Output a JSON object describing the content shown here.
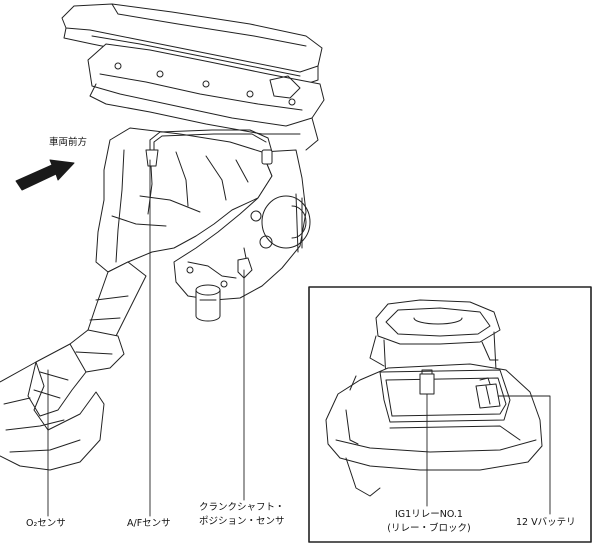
{
  "labels": {
    "vehicle_front": "車両前方",
    "o2_sensor": "O₂センサ",
    "af_sensor": "A/Fセンサ",
    "crankshaft_sensor_line1": "クランクシャフト・",
    "crankshaft_sensor_line2": "ポジション・センサ",
    "ig1_relay_line1": "IG1リレーNO.1",
    "ig1_relay_line2": "(リレー・ブロック)",
    "battery_12v": "12 Vバッテリ"
  }
}
